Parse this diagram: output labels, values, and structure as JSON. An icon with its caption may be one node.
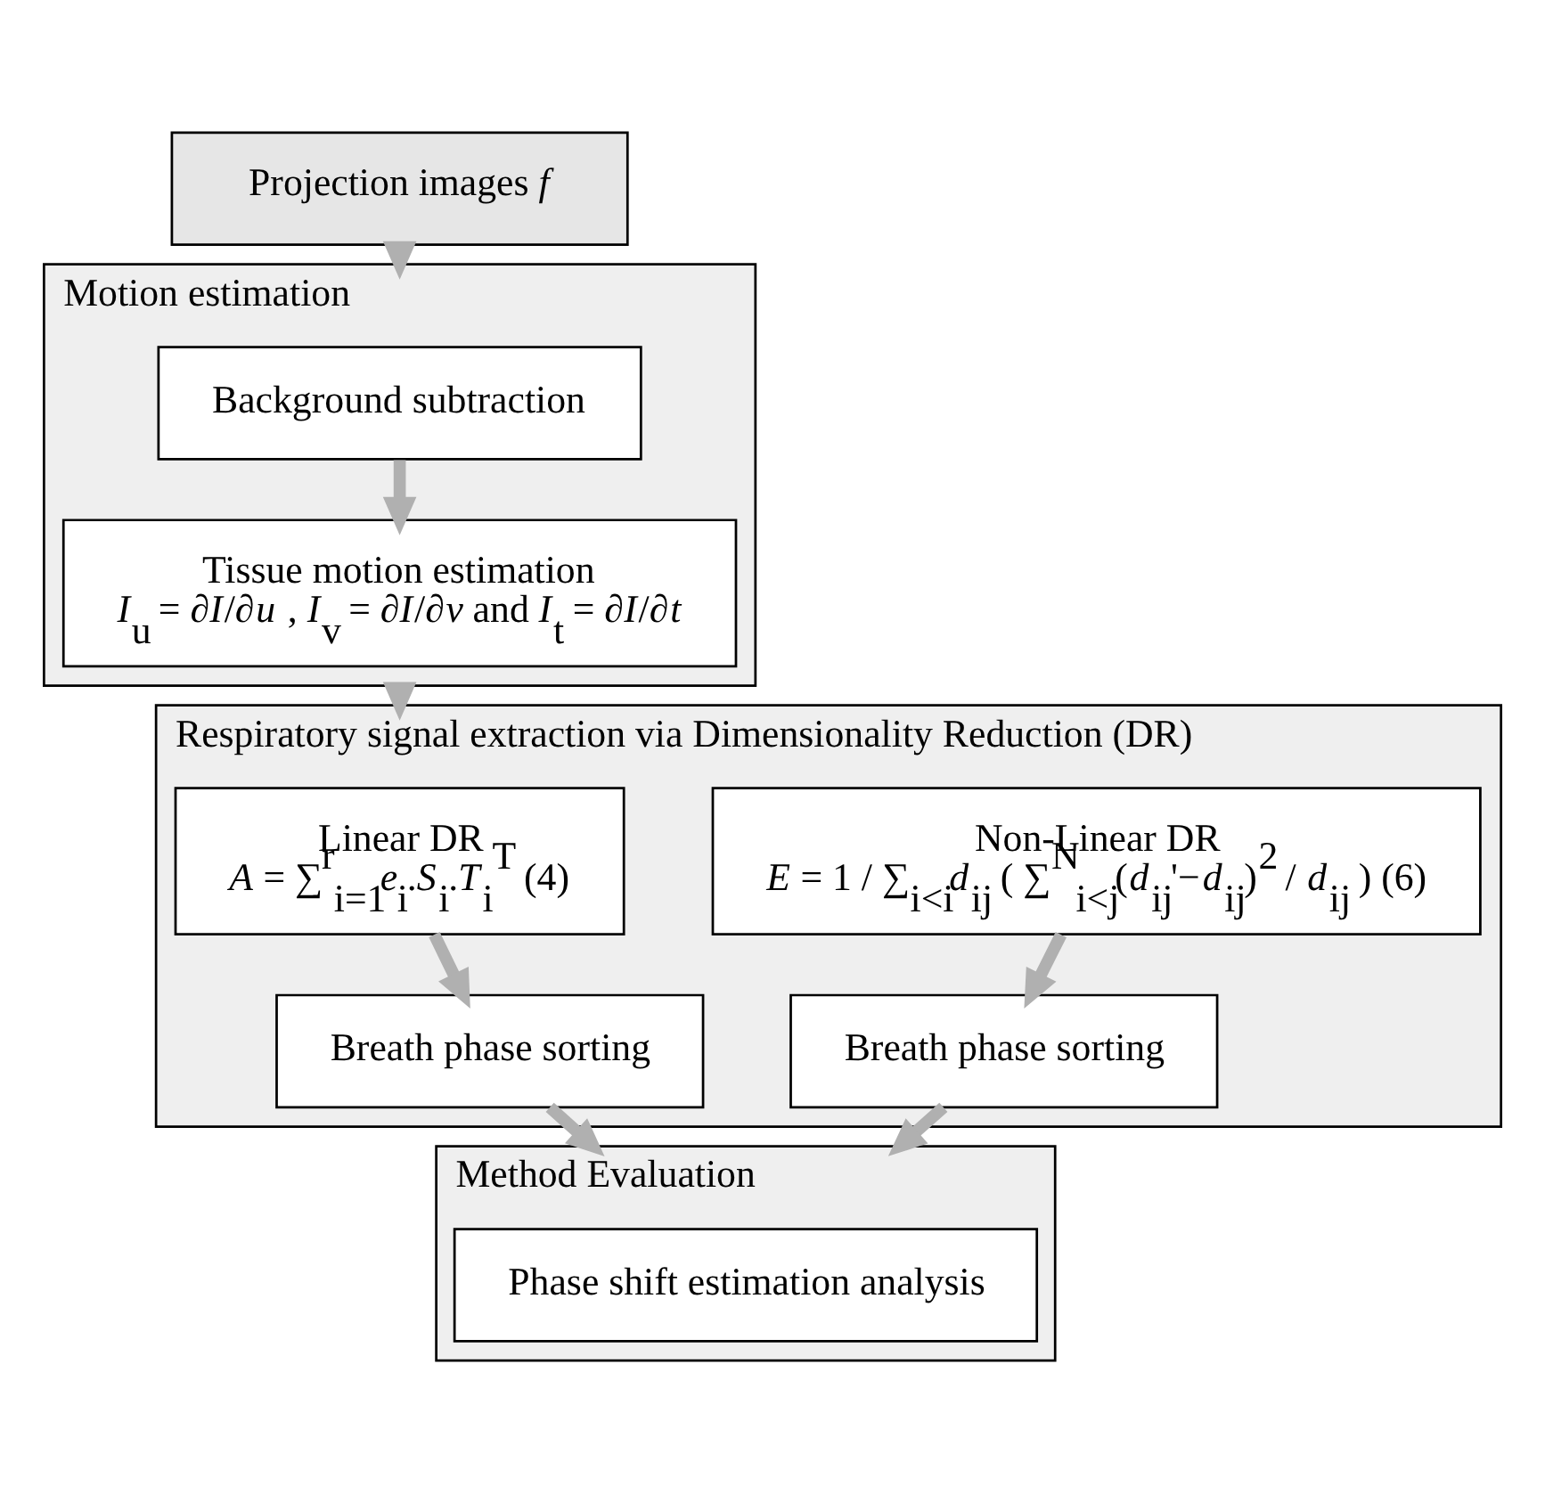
{
  "diagram": {
    "nodes": [
      {
        "text": [
          "Projection images *f*"
        ]
      },
      {
        "text": [
          "Motion estimation"
        ]
      },
      {
        "text": [
          "Background subtraction"
        ],
        "in": 1
      },
      {
        "text": [
          "Tissue motion estimation",
          "*I*$_{u}$ = ∂*I*/∂*u* , *I*$_{v}$ = ∂*I*/∂*v* and *I*$_{t}$ = ∂*I*/∂*t*"
        ],
        "in": 1
      },
      {
        "text": [
          "Respiratory signal extraction via Dimensionality Reduction (DR)"
        ]
      },
      {
        "text": [
          "Linear DR",
          "*A* = ∑$^{r}$$_{i=1}$*e*$_{i}$.*S*$_{i}$.*T*$_{i}$$^{T}$ (4)"
        ],
        "in": 4
      },
      {
        "text": [
          "Non-Linear DR",
          "*E* = 1 / ∑$_{i<i}$*d*$_{ij}$ ( ∑$^{N}$$_{i<j}$(*d*$_{ij}$'−*d*$_{ij}$)$^{2}$ / *d*$_{ij}$ ) (6)"
        ],
        "in": 4
      },
      {
        "text": [
          "Breath phase sorting"
        ],
        "in": 4
      },
      {
        "text": [
          "Breath phase sorting"
        ],
        "in": 4
      },
      {
        "text": [
          "Method Evaluation"
        ]
      },
      {
        "text": [
          "Phase shift estimation analysis"
        ],
        "in": 9
      }
    ],
    "edges": [
      {
        "from": 0,
        "to": 1,
        "arrow": "to"
      },
      {
        "from": 2,
        "to": 3,
        "arrow": "to"
      },
      {
        "from": 1,
        "to": 4,
        "arrow": "to"
      },
      {
        "from": 5,
        "to": 7,
        "arrow": "to"
      },
      {
        "from": 6,
        "to": 8,
        "arrow": "to"
      },
      {
        "from": 7,
        "to": 9,
        "arrow": "to"
      },
      {
        "from": 8,
        "to": 9,
        "arrow": "to"
      }
    ]
  }
}
